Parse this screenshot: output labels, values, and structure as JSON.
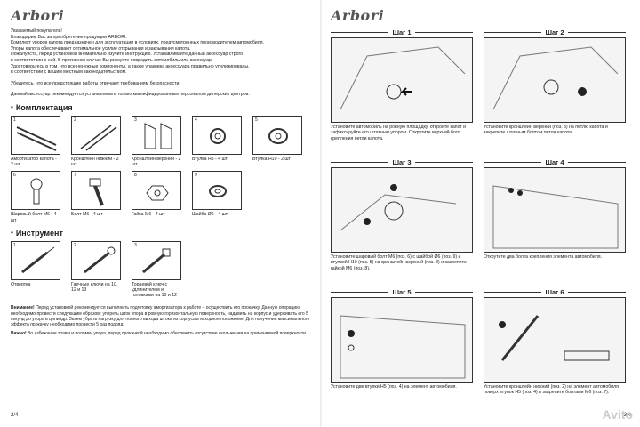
{
  "brand": "Arbori",
  "left": {
    "intro": [
      "Уважаемый покупатель!",
      "Благодарим Вас за приобретение продукции ARBORI.",
      "Комплект упоров капота предназначен для эксплуатации в условиях, предусмотренных производителем автомобиля.",
      "Упоры капота обеспечивают оптимальное усилие открывания и закрывания капота.",
      "Пожалуйста, перед установкой внимательно изучите инструкцию. Устанавливайте данный аксессуар строго",
      "в соответствии с ней. В противном случае Вы рискуете повредить автомобиль или аксессуар.",
      "Удостоверьтесь в том, что все ненужные компоненты, а также упаковка аксессуара правильно утилизированы,",
      "в соответствии с вашим местным законодательством."
    ],
    "intro2": "Убедитесь, что все предстоящие работы отвечают требованиям безопасности.",
    "intro3": "Данный аксессуар рекомендуется устанавливать только квалифицированным персоналом дилерских центров.",
    "kit_title": "Комплектация",
    "kit": [
      {
        "num": "1",
        "label": "Амортизатор капота - 2 шт"
      },
      {
        "num": "2",
        "label": "Кронштейн нижний - 2 шт"
      },
      {
        "num": "3",
        "label": "Кронштейн верхний - 2 шт"
      },
      {
        "num": "4",
        "label": "Втулка Н5 - 4 шт"
      },
      {
        "num": "5",
        "label": "Втулка Н10 - 2 шт"
      },
      {
        "num": "6",
        "label": "Шаровый болт М6 - 4 шт"
      },
      {
        "num": "7",
        "label": "Болт М6 - 4 шт"
      },
      {
        "num": "8",
        "label": "Гайка М6 - 4 шт"
      },
      {
        "num": "9",
        "label": "Шайба Ø6 - 4 шт"
      }
    ],
    "tools_title": "Инструмент",
    "tools": [
      {
        "num": "1",
        "label": "Отвертка"
      },
      {
        "num": "2",
        "label": "Гаечные ключи на 10, 12 и 13"
      },
      {
        "num": "3",
        "label": "Торцевой ключ с удлинителем и головками на 10 и 12"
      }
    ],
    "warning1_bold": "Внимание!",
    "warning1": "Перед установкой рекомендуется выполнить подготовку амортизатора к работе – осуществить его прокачку. Данную операцию необходимо провести следующим образом: упереть шток упора в ровную горизонтальную поверхность, надавить на корпус и удерживать его 5 секунд до упора в цилиндр. Затем убрать нагрузку для полного выхода штока из корпуса в исходное положение. Для получения максимального эффекта прокачку необходимо провести 5 раз подряд.",
    "warning2_bold": "Важно!",
    "warning2": "Во избежание травм и поломки упора, перед прокачкой необходимо обеспечить отсутствие скольжения на применяемой поверхности.",
    "page": "2/4"
  },
  "right": {
    "steps": [
      {
        "title": "Шаг 1",
        "text": "Установите автомобиль на ровную площадку, откройте капот и зафиксируйте его штатным упором. Открутите верхний болт крепления петли капота."
      },
      {
        "title": "Шаг 2",
        "text": "Установите кронштейн верхний (поз. 3) на петлю капота и закрепите штатным болтом петли капота."
      },
      {
        "title": "Шаг 3",
        "text": "Установите шаровый болт М6 (поз. 6) с шайбой Ø6 (поз. 9) и втулкой Н10 (поз. 5) на кронштейн верхний (поз. 3) и закрепите гайкой М6 (поз. 8)."
      },
      {
        "title": "Шаг 4",
        "text": "Открутите два болта крепления элемента автомобиля."
      },
      {
        "title": "Шаг 5",
        "text": "Установите две втулки Н5 (поз. 4) на элемент автомобиля."
      },
      {
        "title": "Шаг 6",
        "text": "Установите кронштейн нижний (поз. 2) на элемент автомобиля поверх втулок Н5 (поз. 4) и закрепите болтами М6 (поз. 7)."
      }
    ],
    "page": "3/4"
  },
  "watermark": "Avito"
}
